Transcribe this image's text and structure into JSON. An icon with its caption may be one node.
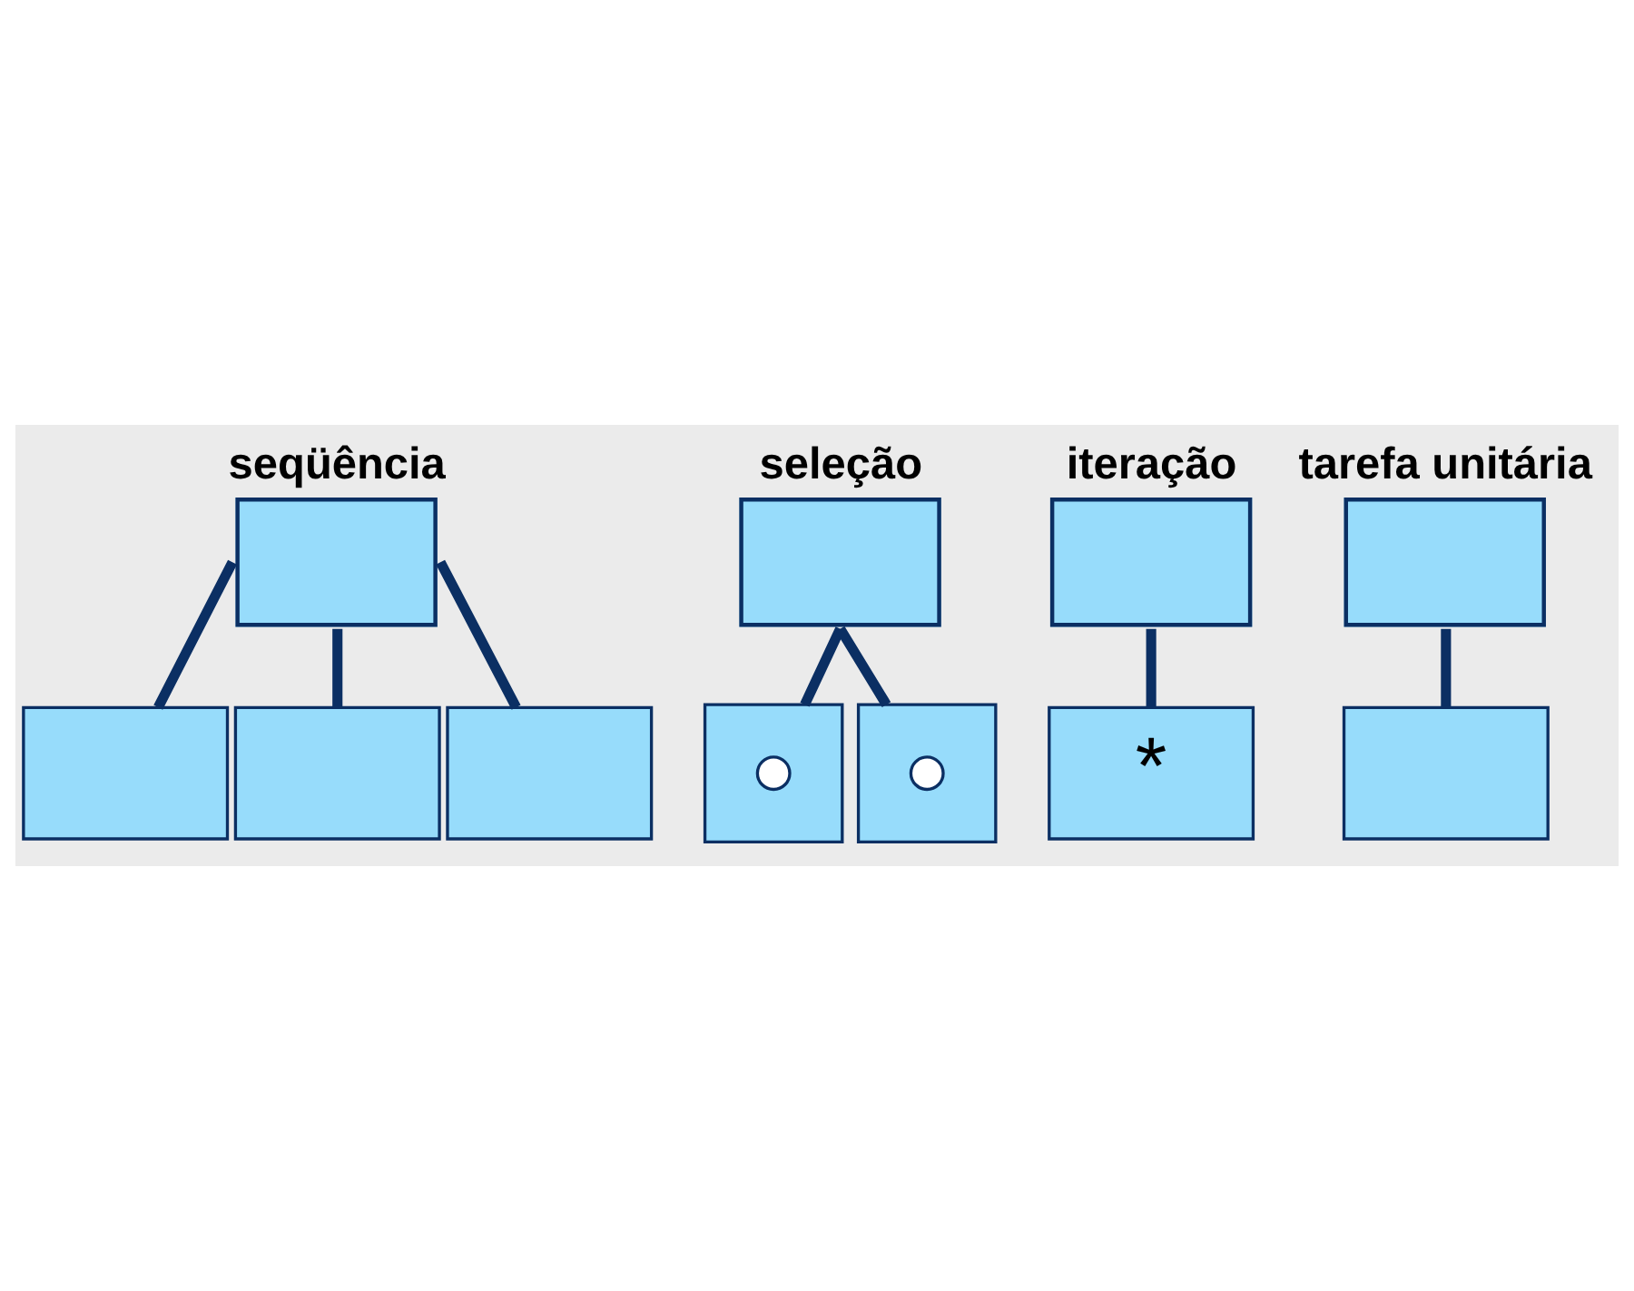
{
  "diagram": {
    "nodes": [
      {
        "text": [
          "seqüência"
        ]
      },
      {
        "text": [],
        "shape": "box"
      },
      {
        "text": [],
        "shape": "box"
      },
      {
        "text": [],
        "shape": "box"
      },
      {
        "text": [
          "seleção"
        ]
      },
      {
        "text": [],
        "shape": "box"
      },
      {
        "text": [],
        "shape": "circle",
        "in": 5
      },
      {
        "text": [],
        "shape": "box"
      },
      {
        "text": [],
        "shape": "circle",
        "in": 7
      },
      {
        "text": [
          "iteração"
        ]
      },
      {
        "text": [
          "*"
        ]
      },
      {
        "text": [
          "tarefa unitária"
        ]
      },
      {
        "text": [],
        "shape": "box"
      }
    ],
    "edges": [
      {
        "from": 0,
        "to": 1,
        "arrow": "none"
      },
      {
        "from": 0,
        "to": 2,
        "arrow": "none"
      },
      {
        "from": 0,
        "to": 3,
        "arrow": "none"
      },
      {
        "from": 4,
        "to": 5,
        "arrow": "none"
      },
      {
        "from": 4,
        "to": 7,
        "arrow": "none"
      },
      {
        "from": 9,
        "to": 10,
        "arrow": "none"
      },
      {
        "from": 11,
        "to": 12,
        "arrow": "none"
      }
    ]
  }
}
